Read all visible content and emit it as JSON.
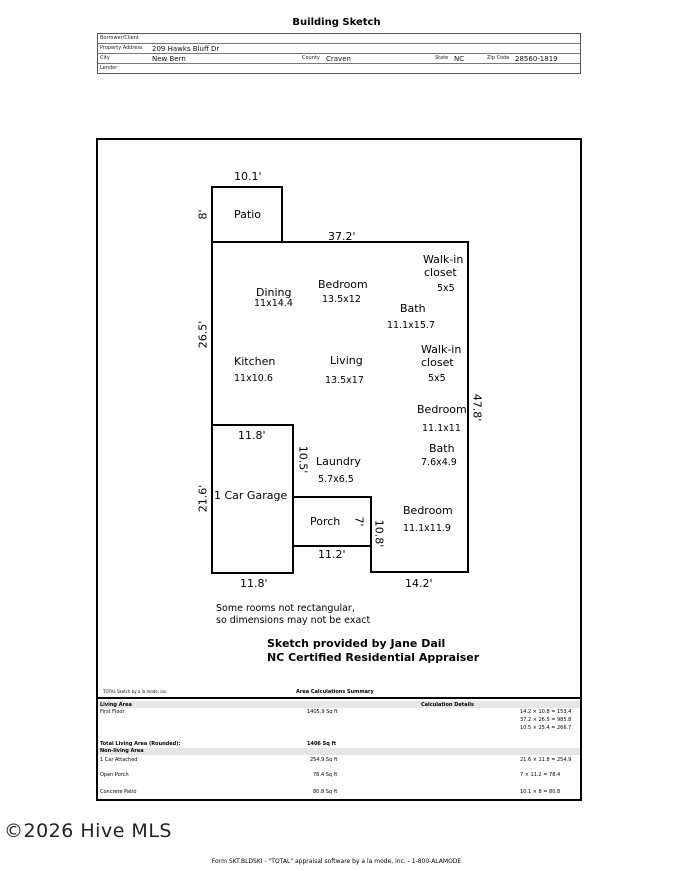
{
  "title": "Building Sketch",
  "header": {
    "borrower_label": "Borrower/Client",
    "property_label": "Property Address",
    "property_value": "209 Hawks Bluff Dr",
    "city_label": "City",
    "city_value": "New Bern",
    "county_label": "County",
    "county_value": "Craven",
    "state_label": "State",
    "state_value": "NC",
    "zip_label": "Zip Code",
    "zip_value": "28560-1819",
    "lender_label": "Lender"
  },
  "sketch": {
    "rooms": {
      "patio": "Patio",
      "dining": "Dining",
      "dining_dim": "11x14.4",
      "bedroom1": "Bedroom",
      "bedroom1_dim": "13.5x12",
      "walkin1": "Walk-in",
      "walkin1b": "closet",
      "walkin1_dim": "5x5",
      "bath1": "Bath",
      "bath1_dim": "11.1x15.7",
      "kitchen": "Kitchen",
      "kitchen_dim": "11x10.6",
      "living": "Living",
      "living_dim": "13.5x17",
      "walkin2": "Walk-in",
      "walkin2b": "closet",
      "walkin2_dim": "5x5",
      "bedroom2": "Bedroom",
      "bedroom2_dim": "11.1x11",
      "bath2": "Bath",
      "bath2_dim": "7.6x4.9",
      "laundry": "Laundry",
      "laundry_dim": "5.7x6.5",
      "garage": "1 Car Garage",
      "porch": "Porch",
      "bedroom3": "Bedroom",
      "bedroom3_dim": "11.1x11.9"
    },
    "dims": {
      "patio_top": "10.1'",
      "patio_side": "8'",
      "main_top": "37.2'",
      "left_upper": "26.5'",
      "right": "47.8'",
      "garage_top": "11.8'",
      "garage_side": "21.6'",
      "garage_bottom": "11.8'",
      "laundry_side": "10.5'",
      "porch_side": "7'",
      "porch_bottom": "11.2'",
      "right_lower": "10.8'",
      "bottom_right": "14.2'"
    },
    "note_line1": "Some rooms not rectangular,",
    "note_line2": "so dimensions may not be exact",
    "credit_line1": "Sketch provided by Jane Dail",
    "credit_line2": "NC Certified Residential Appraiser",
    "software_note": "TOTAL Sketch by a la mode, inc."
  },
  "summary": {
    "title": "Area Calculations Summary",
    "living_area_label": "Living Area",
    "calc_details_label": "Calculation Details",
    "first_floor_label": "First Floor",
    "first_floor_value": "1405.9 Sq ft",
    "calc1": "14.2 × 10.8 =  153.4",
    "calc2": "37.2 × 26.5 =  985.8",
    "calc3": "10.5 × 25.4 =  266.7",
    "total_label": "Total Living Area (Rounded):",
    "total_value": "1406 Sq ft",
    "non_living_label": "Non-living Area",
    "garage_label": "1 Car Attached",
    "garage_value": "254.9 Sq ft",
    "garage_calc": "21.6 × 11.8 =  254.9",
    "porch_label": "Open Porch",
    "porch_value": "78.4 Sq ft",
    "porch_calc": "7 × 11.2 =  78.4",
    "patio_label": "Concrete Patio",
    "patio_value": "80.8 Sq ft",
    "patio_calc": "10.1 × 8 =  80.8"
  },
  "watermark": "©2026 Hive MLS",
  "footer": "Form SKT.BLDSKI - \"TOTAL\" appraisal software by a la mode, inc. - 1-800-ALAMODE"
}
